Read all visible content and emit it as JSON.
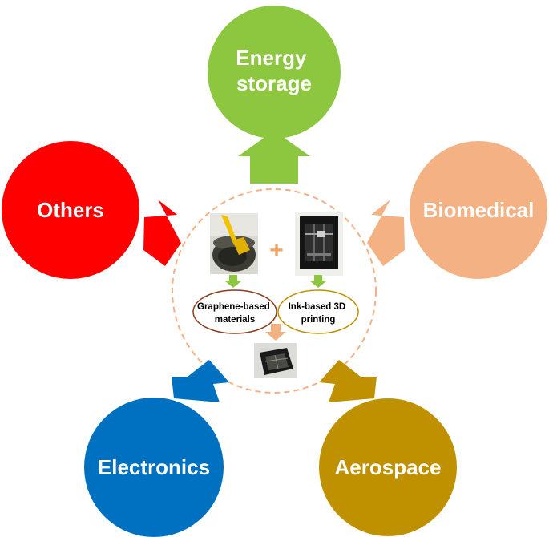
{
  "center": {
    "materials_label": [
      "Graphene-based",
      "materials"
    ],
    "printing_label": [
      "Ink-based 3D",
      "printing"
    ]
  },
  "nodes": {
    "energy": {
      "label": [
        "Energy",
        "storage"
      ],
      "color": "#8DC63F"
    },
    "biomedical": {
      "label": [
        "Biomedical"
      ],
      "color": "#F4B183"
    },
    "aerospace": {
      "label": [
        "Aerospace"
      ],
      "color": "#BF9000"
    },
    "electronics": {
      "label": [
        "Electronics"
      ],
      "color": "#0070C0"
    },
    "others": {
      "label": [
        "Others"
      ],
      "color": "#FF0000"
    }
  },
  "colors": {
    "dashed_circle": "#F4B183",
    "small_arrows": "#8DC63F",
    "product_arrow": "#F4B183",
    "plus": "#F4A460",
    "materials_oval": "#8B3A1A",
    "printing_oval": "#BF9000"
  },
  "photos": {
    "materials": "beaker-with-black-graphene-ink-and-yellow-spatula-icon",
    "printer": "black-3d-printer-icon",
    "product": "3d-printed-graphene-lattice-icon"
  }
}
